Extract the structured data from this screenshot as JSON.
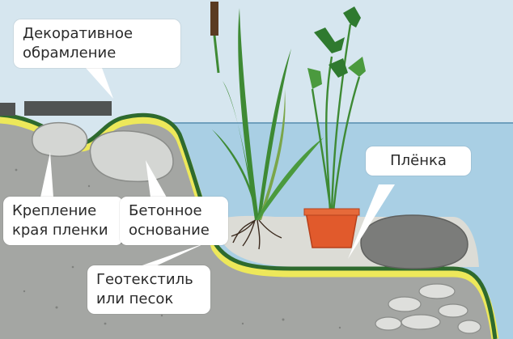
{
  "labels": {
    "frame": [
      "Декоративное",
      "обрамление"
    ],
    "film": [
      "Плёнка"
    ],
    "edge": [
      "Крепление",
      "края пленки"
    ],
    "concrete": [
      "Бетонное",
      "основание"
    ],
    "geotextile": [
      "Геотекстиль",
      "или песок"
    ]
  },
  "colors": {
    "sky": "#d6e6ef",
    "water": "#a9cfe4",
    "soil": "#a4a6a3",
    "film": "#2e6a2e",
    "geotextile": "#ede85a",
    "pot": "#e15a2c",
    "stone": "#d4d6d3",
    "boulder": "#7b7c7a",
    "slab": "#505352",
    "leaf": "#3e8a34"
  },
  "icons": {
    "edge_stone": "rock",
    "concrete_stone": "rock",
    "boulder": "boulder",
    "pot": "flower-pot",
    "reed": "reed-plant",
    "arrowhead": "arrowhead-plant"
  }
}
